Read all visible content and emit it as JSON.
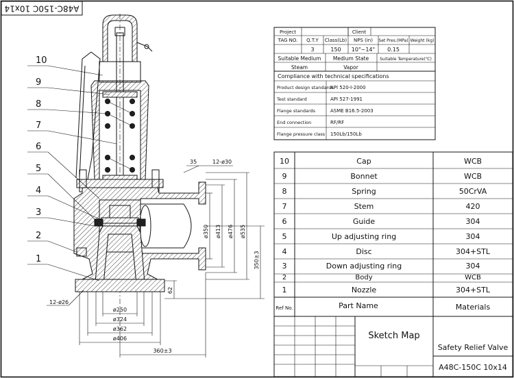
{
  "drawing_code": "A48C-150C 10x14",
  "leaders": [
    "10",
    "9",
    "8",
    "7",
    "6",
    "5",
    "4",
    "3",
    "2",
    "1"
  ],
  "dims": {
    "top_bolts": "35",
    "top_holes": "12-ø30",
    "bottom_holes": "12-ø26",
    "d350": "ø350",
    "d413": "ø413",
    "d476": "ø476",
    "d535": "ø535",
    "h350": "350±3",
    "h62": "62",
    "b250": "ø250",
    "b324": "ø324",
    "b362": "ø362",
    "b406": "ø406",
    "w360": "360±3"
  },
  "spec_table": {
    "h_project": "Project",
    "h_client": "Client",
    "h_tag": "TAG NO.",
    "h_qty": "Q.T.Y",
    "h_class": "Class(Lb)",
    "h_nps": "NPS (in)",
    "h_setp": "Set Pres.(MPa)",
    "h_weight": "Weight (kg)",
    "v_qty": "3",
    "v_class": "150",
    "v_nps": "10\"~14\"",
    "v_setp": "0.15",
    "h_sm": "Suitable Medium",
    "h_ms": "Medium State",
    "h_st": "Suitable Temperature(℃)",
    "v_sm": "Steam",
    "v_ms": "Vapor",
    "compliance": "Compliance with technical specifications",
    "rows": [
      {
        "label": "Product design standards",
        "value": "API 520-I-2000"
      },
      {
        "label": "Test standard",
        "value": "API 527-1991"
      },
      {
        "label": "Flange standards",
        "value": "ASME B16.5-2003"
      },
      {
        "label": "End connection",
        "value": "RF/RF"
      },
      {
        "label": "Flange pressure class",
        "value": "150Lb/150Lb"
      }
    ]
  },
  "parts": [
    {
      "no": "10",
      "name": "Cap",
      "mat": "WCB"
    },
    {
      "no": "9",
      "name": "Bonnet",
      "mat": "WCB"
    },
    {
      "no": "8",
      "name": "Spring",
      "mat": "50CrVA"
    },
    {
      "no": "7",
      "name": "Stem",
      "mat": "420"
    },
    {
      "no": "6",
      "name": "Guide",
      "mat": "304"
    },
    {
      "no": "5",
      "name": "Up adjusting ring",
      "mat": "304"
    },
    {
      "no": "4",
      "name": "Disc",
      "mat": "304+STL"
    },
    {
      "no": "3",
      "name": "Down adjusting ring",
      "mat": "304"
    },
    {
      "no": "2",
      "name": "Body",
      "mat": "WCB"
    },
    {
      "no": "1",
      "name": "Nozzle",
      "mat": "304+STL"
    }
  ],
  "parts_header": {
    "no": "Ref No.",
    "name": "Part Name",
    "mat": "Materials"
  },
  "title_block": {
    "sketch": "Sketch  Map",
    "title": "Safety Relief Valve",
    "model": "A48C-150C 10x14"
  }
}
